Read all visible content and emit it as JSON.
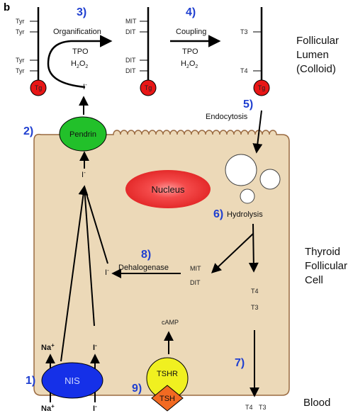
{
  "panel_letter": "b",
  "steps": {
    "s1": "1)",
    "s2": "2)",
    "s3": "3)",
    "s4": "4)",
    "s5": "5)",
    "s6": "6)",
    "s7": "7)",
    "s8": "8)",
    "s9": "9)"
  },
  "labels": {
    "organification": "Organification",
    "coupling": "Coupling",
    "tpo": "TPO",
    "h2o2_a": "H",
    "h2o2_b": "2",
    "h2o2_c": "O",
    "h2o2_d": "2",
    "endocytosis": "Endocytosis",
    "hydrolysis": "Hydrolysis",
    "dehalogenase": "Dehalogenase",
    "camp": "cAMP",
    "nucleus": "Nucleus",
    "pendrin": "Pendrin",
    "nis": "NIS",
    "tshr": "TSHR",
    "tsh": "TSH",
    "tg": "Tg",
    "tyr": "Tyr",
    "mit": "MIT",
    "dit": "DIT",
    "t3": "T3",
    "t4": "T4",
    "iodide": "I",
    "sodium": "Na",
    "minus": "-",
    "plus": "+"
  },
  "regions": {
    "lumen_line1": "Follicular",
    "lumen_line2": "Lumen",
    "lumen_line3": "(Colloid)",
    "cell_line1": "Thyroid",
    "cell_line2": "Follicular",
    "cell_line3": "Cell",
    "blood": "Blood"
  },
  "colors": {
    "cell_fill": "#ecd9b8",
    "cell_stroke": "#9a6a40",
    "pendrin": "#22c02a",
    "nis": "#1530e8",
    "tshr": "#f0f020",
    "tsh": "#f26a22",
    "tg": "#e81616",
    "nucleus": "#e8262a",
    "step_number": "#1f3fd0"
  }
}
